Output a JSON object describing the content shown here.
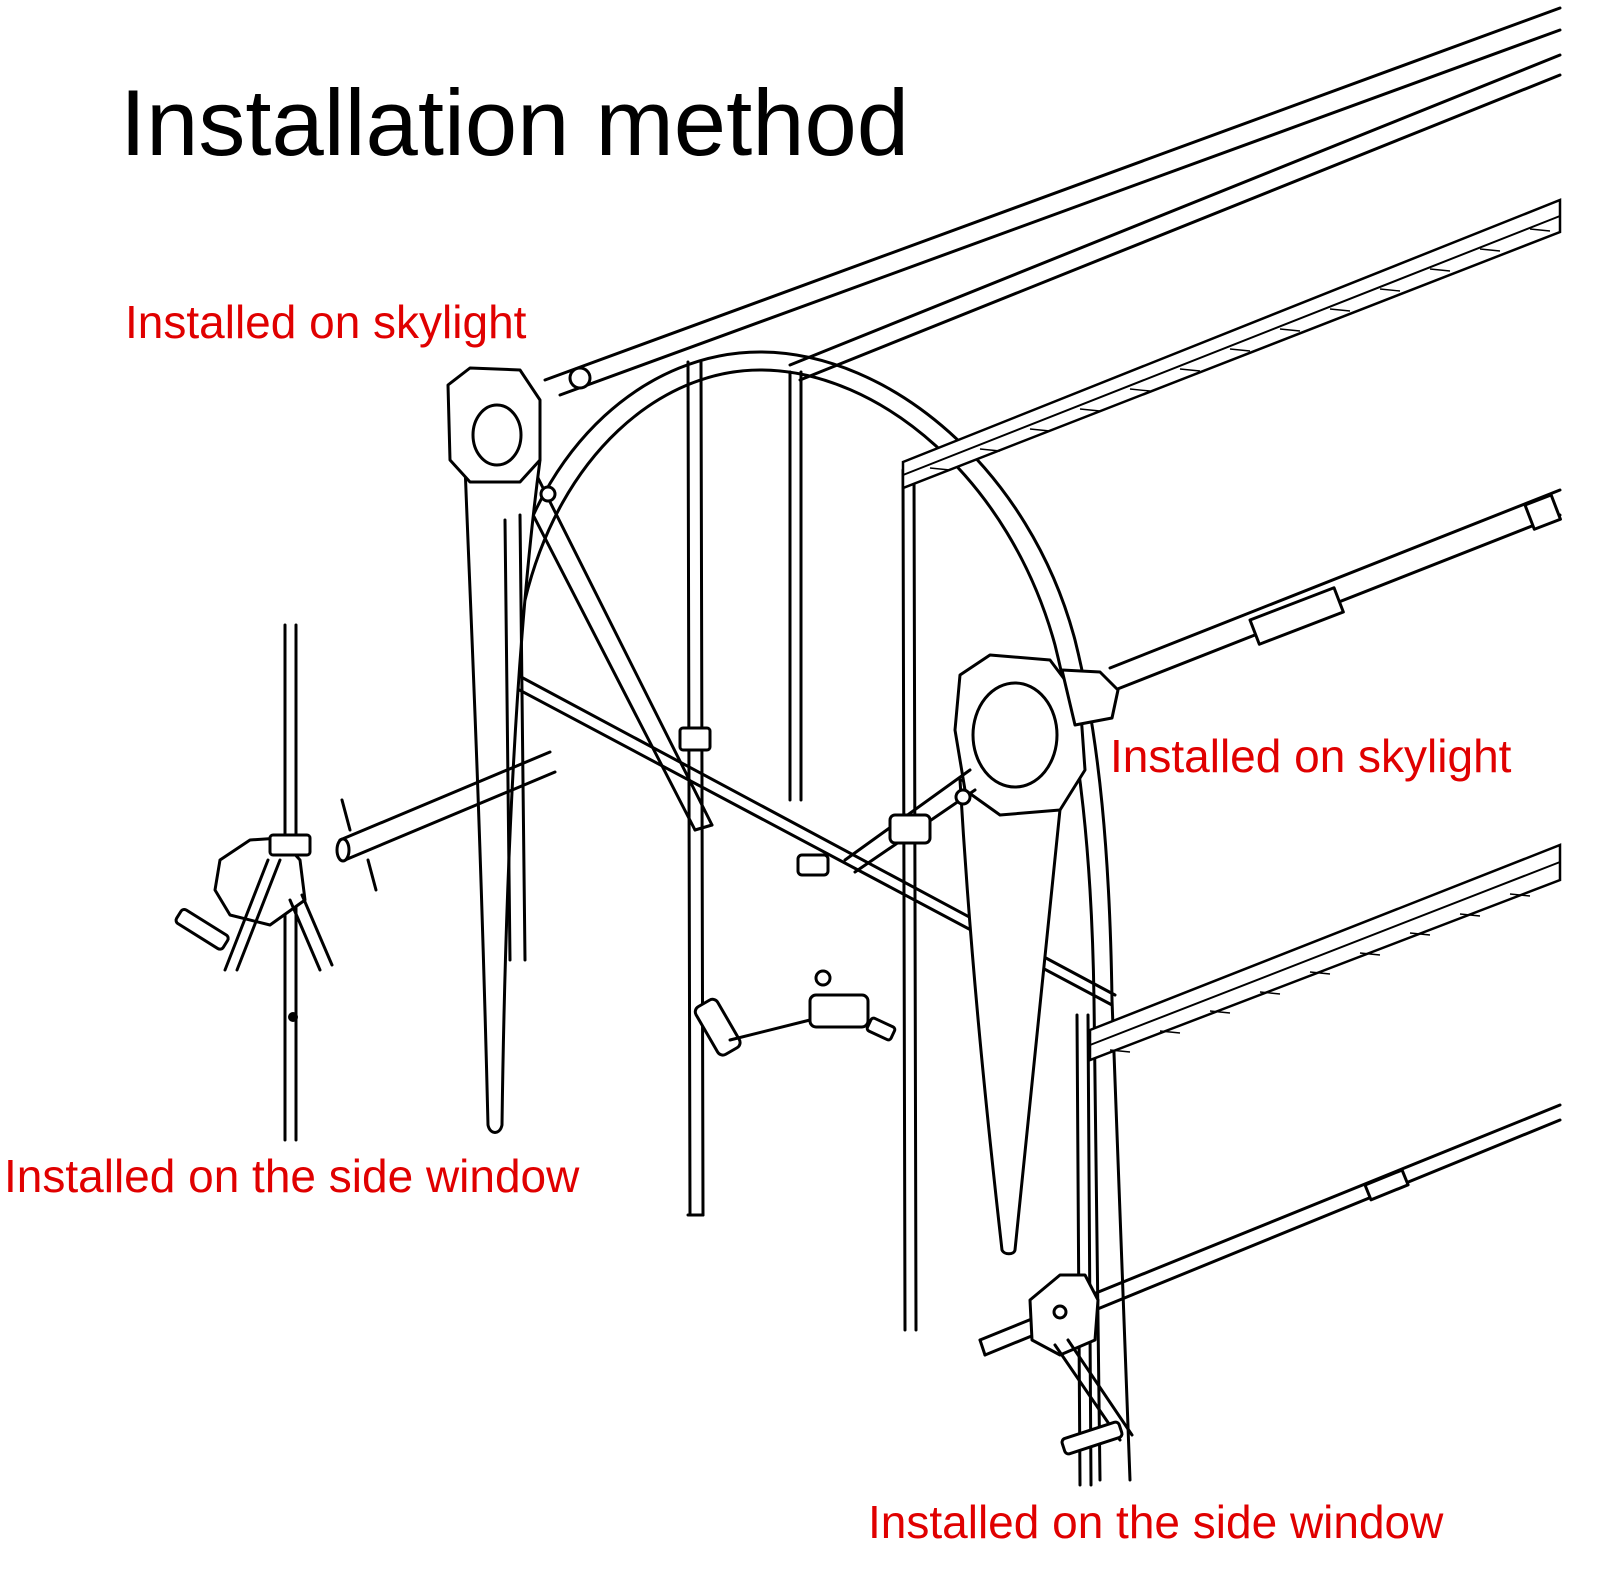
{
  "title": "Installation method",
  "labels": {
    "skylight_left": "Installed on skylight",
    "skylight_right": "Installed on skylight",
    "side_window_left": "Installed on the side window",
    "side_window_right": "Installed on the side window"
  },
  "colors": {
    "label": "#e00000",
    "line": "#000000",
    "background": "#ffffff"
  }
}
